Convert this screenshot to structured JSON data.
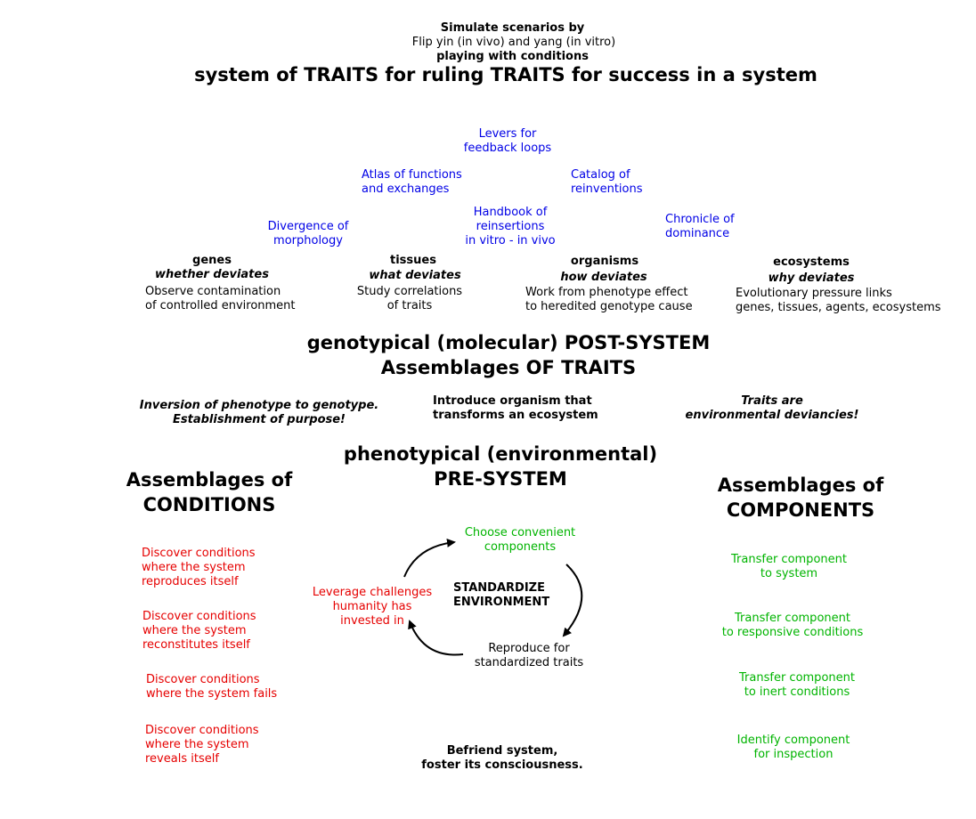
{
  "header": {
    "simulate_line1": "Simulate scenarios by",
    "simulate_line2": "playing with conditions",
    "flip": "Flip yin (in vivo) and yang (in vitro)",
    "title": "system of TRAITS for ruling TRAITS for success in a system"
  },
  "blue_labels": {
    "levers": "Levers for\nfeedback loops",
    "atlas": "Atlas of functions\nand exchanges",
    "catalog": "Catalog of\nreinventions",
    "handbook": "Handbook of\nreinsertions\nin vitro - in vivo",
    "divergence": "Divergence of\nmorphology",
    "chronicle": "Chronicle of\ndominance"
  },
  "levels": {
    "genes": {
      "name": "genes",
      "question": "whether deviates",
      "desc": "Observe contamination\nof controlled environment"
    },
    "tissues": {
      "name": "tissues",
      "question": "what deviates",
      "desc": "Study correlations\nof traits"
    },
    "organisms": {
      "name": "organisms",
      "question": "how deviates",
      "desc": "Work from phenotype effect\nto heredited genotype cause"
    },
    "ecosystems": {
      "name": "ecosystems",
      "question": "why deviates",
      "desc": "Evolutionary pressure links\ngenes, tissues, agents, ecosystems"
    }
  },
  "post_system": {
    "title": "genotypical (molecular) POST-SYSTEM\nAssemblages OF TRAITS"
  },
  "middle_notes": {
    "inversion": "Inversion of phenotype to genotype.\nEstablishment of purpose!",
    "introduce": "Introduce organism that\ntransforms an ecosystem",
    "traits": "Traits are\nenvironmental deviancies!"
  },
  "pre_system": {
    "title": "phenotypical (environmental)\nPRE-SYSTEM"
  },
  "conditions": {
    "title": "Assemblages of\nCONDITIONS",
    "items": [
      "Discover conditions\nwhere the system\nreproduces itself",
      "Discover conditions\nwhere the system\nreconstitutes itself",
      "Discover conditions\nwhere the system fails",
      "Discover conditions\nwhere the system\nreveals itself"
    ]
  },
  "components": {
    "title": "Assemblages of\nCOMPONENTS",
    "items": [
      "Transfer component\nto system",
      "Transfer component\nto responsive conditions",
      "Transfer component\nto inert conditions",
      "Identify component\nfor inspection"
    ]
  },
  "cycle": {
    "center": "STANDARDIZE\nENVIRONMENT",
    "choose": "Choose convenient\ncomponents",
    "reproduce": "Reproduce for\nstandardized traits",
    "leverage": "Leverage challenges\nhumanity has\ninvested in"
  },
  "footer": {
    "befriend": "Befriend system,\nfoster its consciousness."
  },
  "colors": {
    "blue": "#0000e6",
    "red": "#e60000",
    "green": "#00b400"
  }
}
